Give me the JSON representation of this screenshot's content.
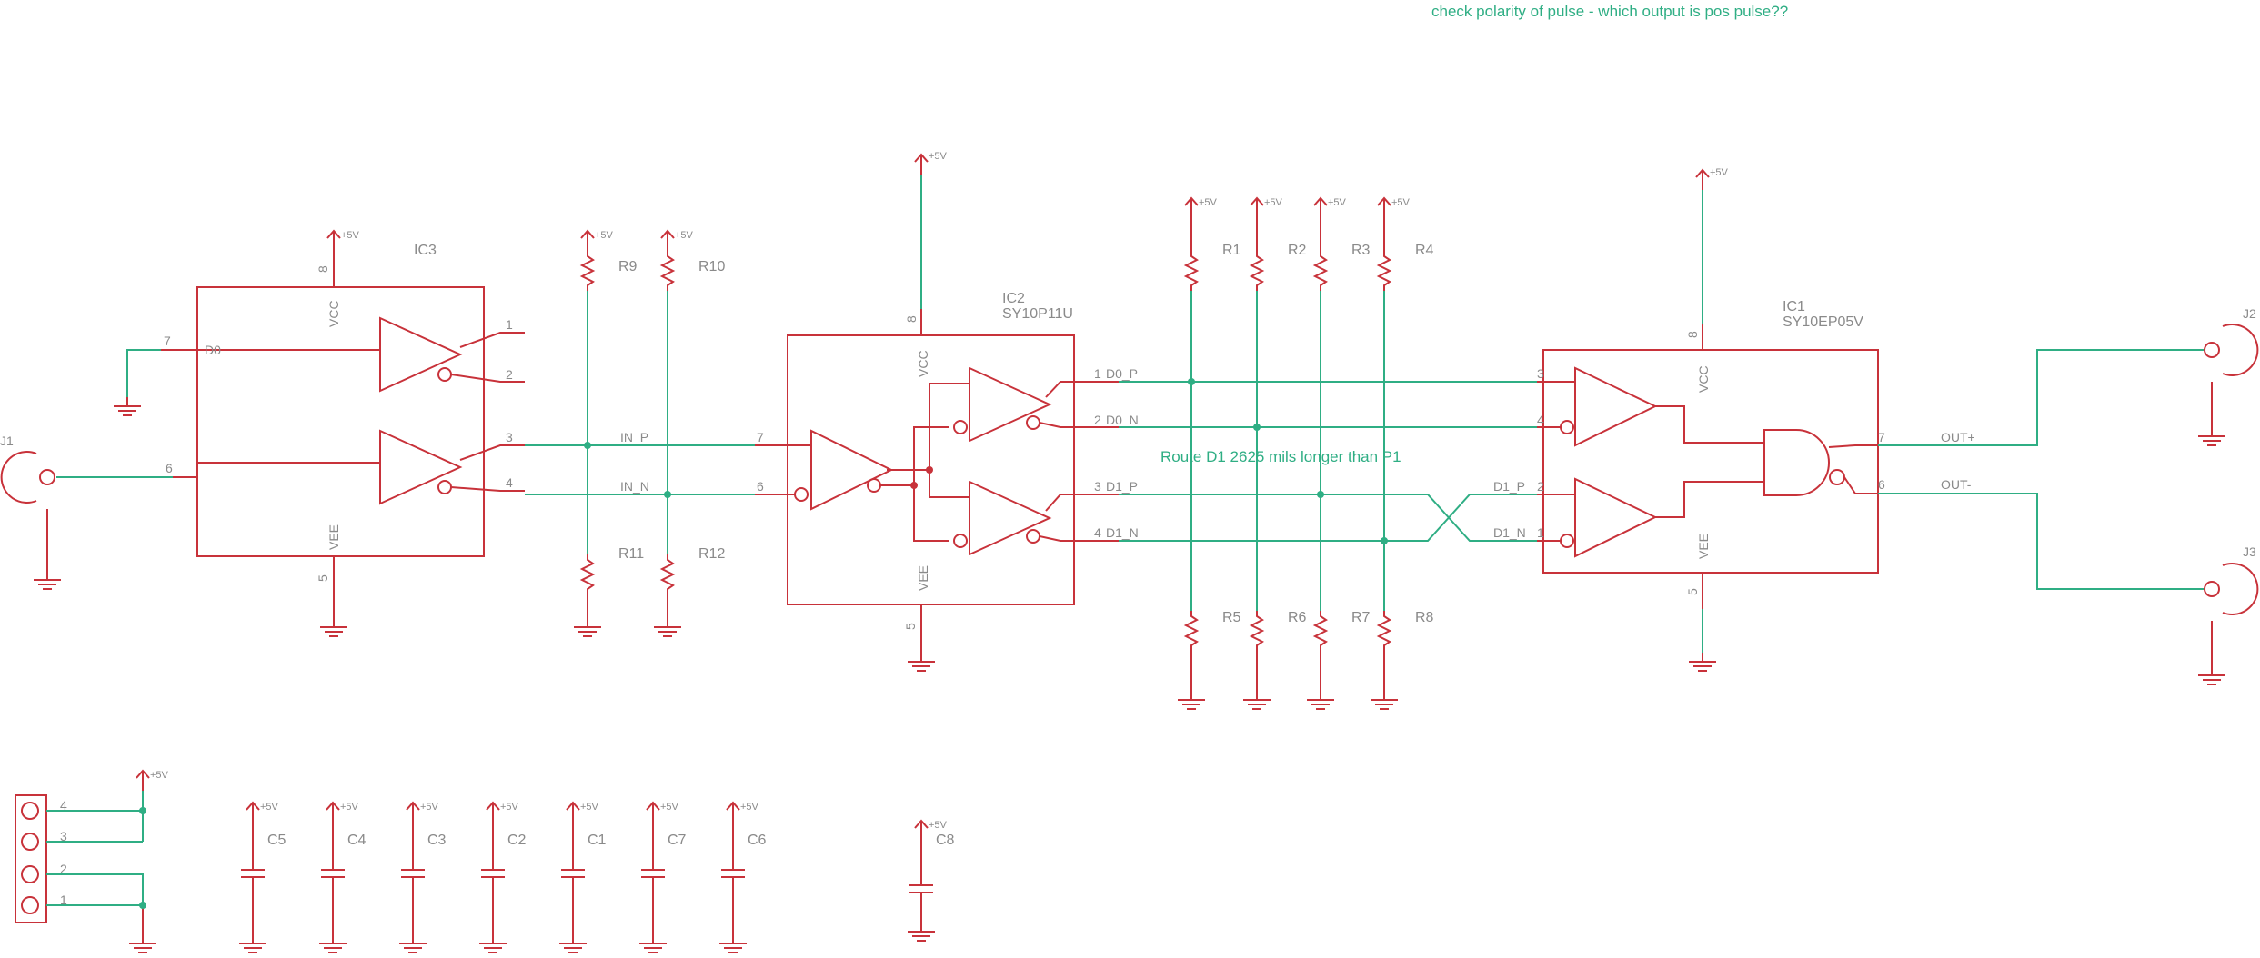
{
  "notes": {
    "polarity": "check polarity of pulse - which output is pos pulse??",
    "route": "Route D1 2625 mils longer than P1"
  },
  "power": "+5V",
  "ic3": {
    "name": "IC3",
    "vcc": "VCC",
    "vee": "VEE",
    "p8": "8",
    "p5": "5",
    "p7": "7",
    "p6": "6",
    "p1": "1",
    "p2": "2",
    "p3": "3",
    "p4": "4",
    "d0": "D0"
  },
  "ic2": {
    "name": "IC2",
    "part": "SY10P11U",
    "vcc": "VCC",
    "vee": "VEE",
    "p8": "8",
    "p5": "5",
    "p7": "7",
    "p6": "6",
    "p1": "1",
    "p2": "2",
    "p3": "3",
    "p4": "4"
  },
  "ic1": {
    "name": "IC1",
    "part": "SY10EP05V",
    "vcc": "VCC",
    "vee": "VEE",
    "p8": "8",
    "p5": "5",
    "p3": "3",
    "p4": "4",
    "p2": "2",
    "p1": "1",
    "p7": "7",
    "p6": "6"
  },
  "nets": {
    "in_p": "IN_P",
    "in_n": "IN_N",
    "d0_p": "D0_P",
    "d0_n": "D0_N",
    "d1_p": "D1_P",
    "d1_n": "D1_N",
    "out_p": "OUT+",
    "out_n": "OUT-"
  },
  "res": {
    "r1": "R1",
    "r2": "R2",
    "r3": "R3",
    "r4": "R4",
    "r5": "R5",
    "r6": "R6",
    "r7": "R7",
    "r8": "R8",
    "r9": "R9",
    "r10": "R10",
    "r11": "R11",
    "r12": "R12"
  },
  "caps": {
    "c1": "C1",
    "c2": "C2",
    "c3": "C3",
    "c4": "C4",
    "c5": "C5",
    "c6": "C6",
    "c7": "C7",
    "c8": "C8"
  },
  "conn": {
    "j1": "J1",
    "j2": "J2",
    "j3": "J3",
    "p1": "1",
    "p2": "2",
    "p3": "3",
    "p4": "4"
  }
}
